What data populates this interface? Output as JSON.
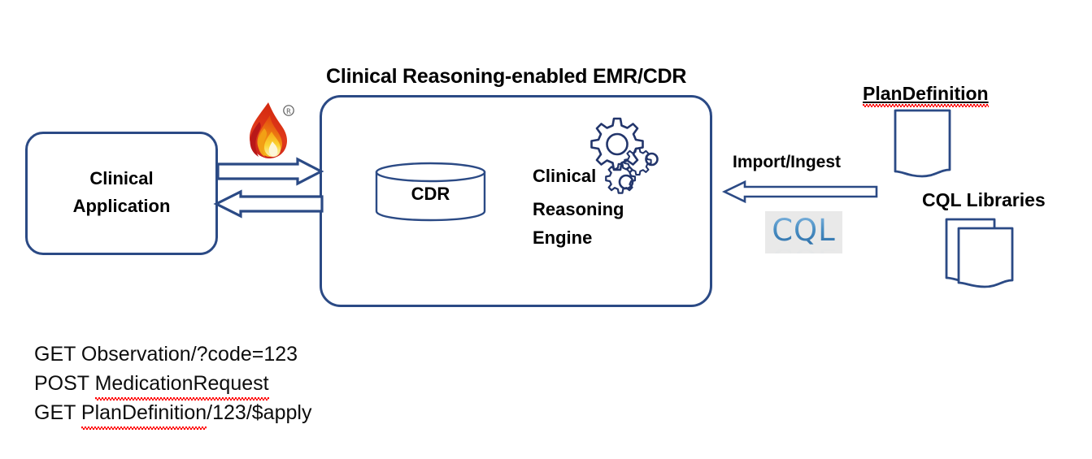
{
  "diagram": {
    "title": "Clinical Reasoning-enabled EMR/CDR",
    "nodes": {
      "clinical_application": {
        "line1": "Clinical",
        "line2": "Application"
      },
      "cdr": {
        "label": "CDR"
      },
      "clinical_reasoning_engine": {
        "line1": "Clinical",
        "line2": "Reasoning",
        "line3": "Engine"
      }
    },
    "flows": {
      "import_ingest": "Import/Ingest"
    },
    "artifacts": {
      "plan_definition": "PlanDefinition",
      "cql_libraries": "CQL Libraries",
      "cql_logo_text": "CQL"
    },
    "icons": {
      "fhir_flame": "fhir-flame-icon",
      "registered_mark": "®",
      "gears": "gears-icon",
      "database": "database-cylinder-icon",
      "document": "document-icon"
    },
    "requests": [
      {
        "method": "GET",
        "path_plain": " Observation/?code=123",
        "misspelled": "",
        "path_after": ""
      },
      {
        "method": "POST",
        "path_plain": " ",
        "misspelled": "MedicationRequest",
        "path_after": ""
      },
      {
        "method": "GET",
        "path_plain": " ",
        "misspelled": "PlanDefinition",
        "path_after": "/123/$apply"
      }
    ],
    "colors": {
      "stroke_blue": "#2b4a85",
      "arrow_blue": "#2b4a85",
      "text_black": "#000000",
      "spellcheck_red": "#ff0000",
      "cql_logo_bg": "#e9e9e9"
    }
  }
}
